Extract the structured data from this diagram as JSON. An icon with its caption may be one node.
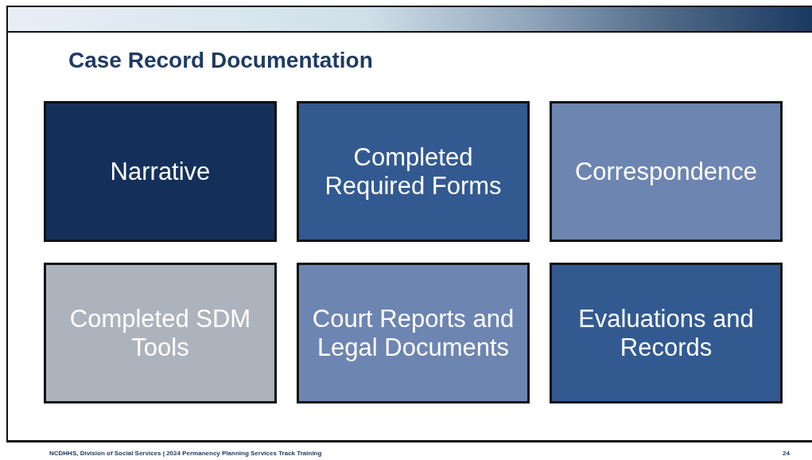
{
  "diagram": {
    "title": "Case Record Documentation",
    "nodes": [
      {
        "text": [
          "Narrative"
        ]
      },
      {
        "text": [
          "Completed Required Forms"
        ]
      },
      {
        "text": [
          "Correspondence"
        ]
      },
      {
        "text": [
          "Completed SDM Tools"
        ]
      },
      {
        "text": [
          "Court Reports and Legal Documents"
        ]
      },
      {
        "text": [
          "Evaluations and Records"
        ]
      }
    ],
    "edges": [],
    "labels": [
      "NCDHHS, Division of Social Services | 2024 Permanency Planning Services Track Training",
      "24"
    ]
  }
}
